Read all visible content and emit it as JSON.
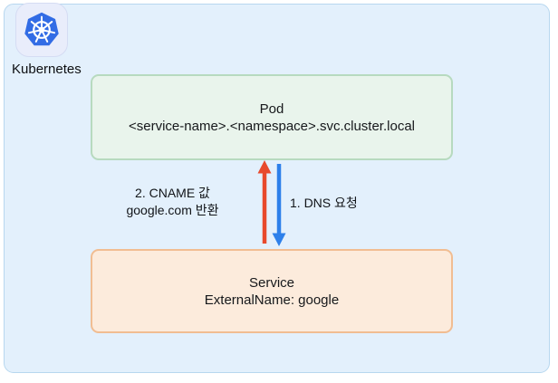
{
  "cluster": {
    "label": "Kubernetes",
    "icon": "kubernetes-helm-wheel",
    "brand_color": "#326ce5",
    "background_color": "#e3f0fc",
    "border_color": "#b7d7ef"
  },
  "pod": {
    "title": "Pod",
    "subtitle": "<service-name>.<namespace>.svc.cluster.local",
    "background_color": "#e9f4ec",
    "border_color": "#b7dabf"
  },
  "service": {
    "title": "Service",
    "subtitle": "ExternalName: google",
    "background_color": "#fcebdc",
    "border_color": "#f1bd92"
  },
  "arrows": {
    "request": {
      "label": "1. DNS 요청",
      "direction": "down",
      "color": "#2d80ea"
    },
    "response": {
      "label_line1": "2. CNAME 값",
      "label_line2": "google.com 반환",
      "direction": "up",
      "color": "#e8492c"
    }
  }
}
